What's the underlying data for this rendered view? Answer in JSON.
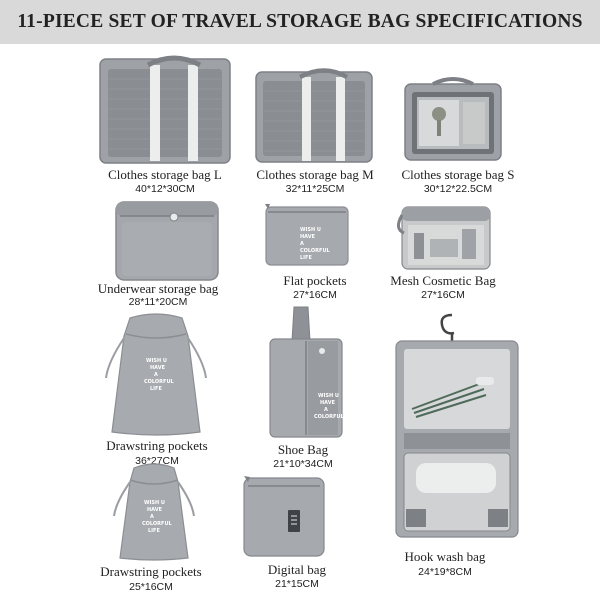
{
  "header": {
    "title": "11-PIECE SET OF TRAVEL STORAGE BAG SPECIFICATIONS"
  },
  "items": [
    {
      "name": "Clothes storage bag  L",
      "size": "40*12*30CM",
      "icon": "large-mesh-packing-cube"
    },
    {
      "name": "Clothes storage bag  M",
      "size": "32*11*25CM",
      "icon": "medium-mesh-packing-cube"
    },
    {
      "name": "Clothes storage bag  S",
      "size": "30*12*22.5CM",
      "icon": "small-window-packing-cube"
    },
    {
      "name": "Underwear storage bag",
      "size": "28*11*20CM",
      "icon": "underwear-pouch"
    },
    {
      "name": "Flat pockets",
      "size": "27*16CM",
      "icon": "flat-zip-pocket"
    },
    {
      "name": "Mesh Cosmetic Bag",
      "size": "27*16CM",
      "icon": "mesh-cosmetic-bag"
    },
    {
      "name": "Drawstring pockets",
      "size": "36*27CM",
      "icon": "large-drawstring-bag"
    },
    {
      "name": "Shoe Bag",
      "size": "21*10*34CM",
      "icon": "shoe-bag"
    },
    {
      "name": "Hook wash bag",
      "size": "24*19*8CM",
      "icon": "hanging-toiletry-bag"
    },
    {
      "name": "Drawstring pockets",
      "size": "25*16CM",
      "icon": "small-drawstring-bag"
    },
    {
      "name": "Digital bag",
      "size": "21*15CM",
      "icon": "digital-zip-pouch"
    }
  ],
  "print": {
    "line1": "WISH U",
    "line2": "HAVE",
    "line3": "A",
    "line4": "COLORFUL",
    "line5": "LIFE"
  },
  "colors": {
    "bag": "#a4a7ab",
    "bag_dark": "#7f8287",
    "bag_light": "#bfc2c5",
    "mesh": "#8e9195",
    "strap": "#e9eaeb",
    "header_bg": "#d9d9d9"
  }
}
